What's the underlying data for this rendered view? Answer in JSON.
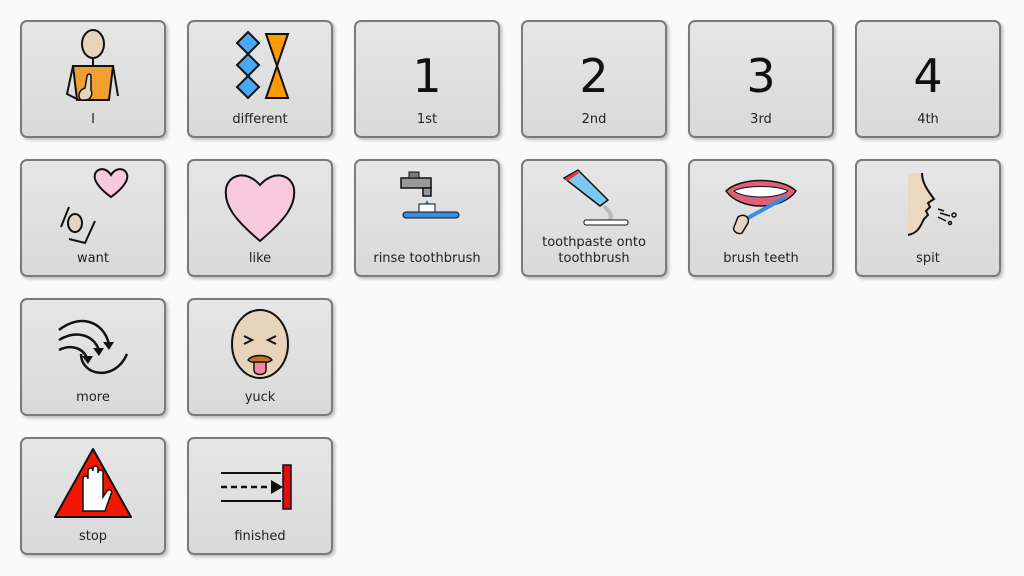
{
  "tiles": [
    {
      "label": "I",
      "icon": "person-pointing-self-icon"
    },
    {
      "label": "different",
      "icon": "different-shapes-icon"
    },
    {
      "label": "1st",
      "symbol": "1"
    },
    {
      "label": "2nd",
      "symbol": "2"
    },
    {
      "label": "3rd",
      "symbol": "3"
    },
    {
      "label": "4th",
      "symbol": "4"
    },
    {
      "label": "want",
      "icon": "want-icon"
    },
    {
      "label": "like",
      "icon": "heart-icon"
    },
    {
      "label": "rinse toothbrush",
      "icon": "tap-toothbrush-icon"
    },
    {
      "label": "toothpaste onto toothbrush",
      "icon": "toothpaste-icon"
    },
    {
      "label": "brush teeth",
      "icon": "brush-teeth-icon"
    },
    {
      "label": "spit",
      "icon": "spit-icon"
    },
    {
      "label": "more",
      "icon": "more-arrows-icon"
    },
    {
      "label": "yuck",
      "icon": "yuck-face-icon"
    },
    {
      "label": "stop",
      "icon": "stop-hand-icon"
    },
    {
      "label": "finished",
      "icon": "finished-arrow-icon"
    }
  ]
}
